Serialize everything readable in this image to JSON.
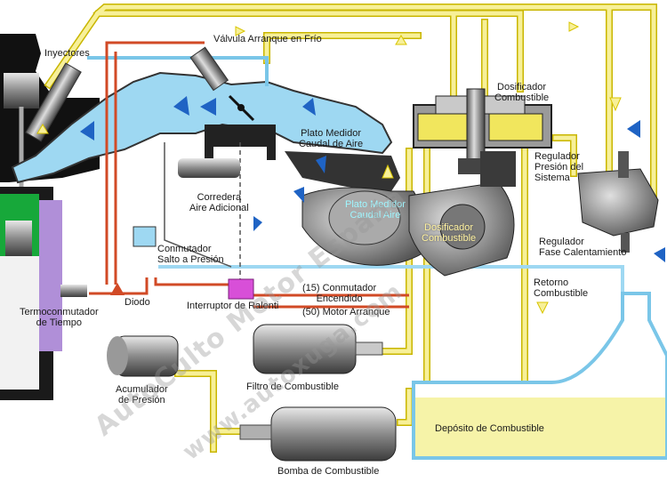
{
  "labels": {
    "inyectores": "Inyectores",
    "valvula_arranque": "Válvula Arranque en Frío",
    "dosificador_top": "Dosificador\nCombustible",
    "plato_medidor": "Plato Medidor\nCaudal de Aire",
    "regulador_presion": "Regulador\nPresión del\nSistema",
    "corredera": "Corredera\nAire Adicional",
    "plato_medidor_2": "Plato Medidor\nCaudal Aire",
    "dosificador_2": "Dosificador\nCombustible",
    "regulador_fase": "Regulador\nFase Calentamiento",
    "conmutador_salto": "Conmutador\nSalto a Presión",
    "retorno": "Retorno\nCombustible",
    "conmutador_encendido": "(15) Conmutador\nEncendido",
    "motor_arranque": "(50) Motor Arranque",
    "termoconmutador": "Termoconmutador\nde Tiempo",
    "diodo": "Diodo",
    "interruptor": "Interruptor de Ralenti",
    "acumulador": "Acumulador\nde Presión",
    "filtro": "Filtro de Combustible",
    "deposito": "Depósito de Combustible",
    "bomba": "Bomba de Combustible"
  },
  "watermarks": [
    "AutoCulto Motor España",
    "www.autoxuga.com"
  ],
  "colors": {
    "fuel_line": "#f7f099",
    "fuel_outline": "#d8c400",
    "air_flow": "#9ed8f2",
    "air_arrow": "#1f63c4",
    "wire_red": "#d14a26",
    "engine_green": "#17a83a",
    "tank_fuel": "#f6f3a8",
    "relay_magenta": "#d84fd8"
  }
}
